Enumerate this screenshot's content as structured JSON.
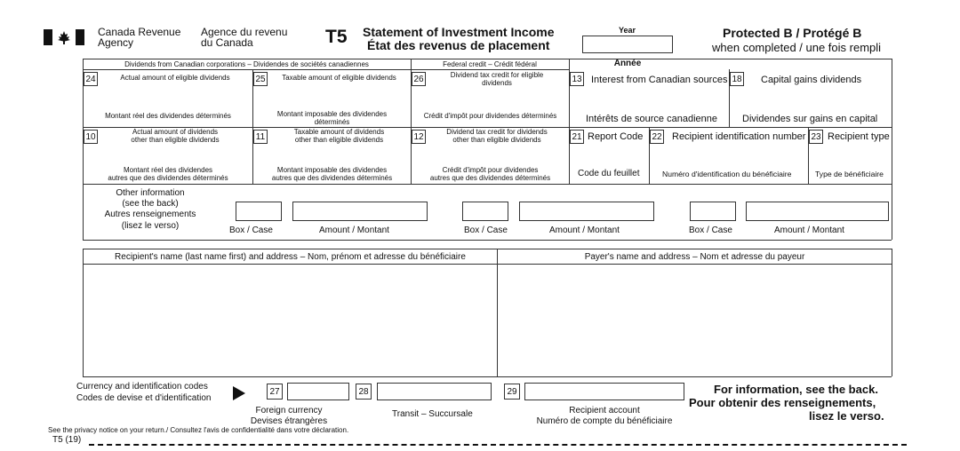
{
  "header": {
    "agency_en": "Canada Revenue Agency",
    "agency_en_line1": "Canada Revenue",
    "agency_en_line2": "Agency",
    "agency_fr_line1": "Agence du revenu",
    "agency_fr_line2": "du Canada",
    "form_code": "T5",
    "title_en": "Statement of Investment Income",
    "title_fr": "État des revenus de placement",
    "year_label": "Year",
    "year_label_fr": "Année",
    "year_value": "",
    "protected": "Protected B / Protégé B",
    "protected_sub": "when completed / une fois rempli"
  },
  "sections": {
    "dividends_header": "Dividends from Canadian corporations – Dividendes de sociétés canadiennes",
    "federal_credit_header": "Federal credit – Crédit fédéral"
  },
  "boxes": {
    "b24": {
      "num": "24",
      "en": "Actual amount of eligible dividends",
      "fr": "Montant réel des dividendes déterminés",
      "value": ""
    },
    "b25": {
      "num": "25",
      "en": "Taxable amount of eligible dividends",
      "fr1": "Montant imposable des dividendes",
      "fr2": "déterminés",
      "value": ""
    },
    "b26": {
      "num": "26",
      "en1": "Dividend tax credit for eligible",
      "en2": "dividends",
      "fr": "Crédit d'impôt pour dividendes déterminés",
      "value": ""
    },
    "b13": {
      "num": "13",
      "en": "Interest from Canadian sources",
      "fr": "Intérêts de source canadienne",
      "value": ""
    },
    "b18": {
      "num": "18",
      "en": "Capital gains dividends",
      "fr": "Dividendes sur gains en capital",
      "value": ""
    },
    "b10": {
      "num": "10",
      "en1": "Actual amount of dividends",
      "en2": "other than eligible dividends",
      "fr1": "Montant réel des dividendes",
      "fr2": "autres que des dividendes déterminés",
      "value": ""
    },
    "b11": {
      "num": "11",
      "en1": "Taxable amount of dividends",
      "en2": "other than eligible dividends",
      "fr1": "Montant imposable des dividendes",
      "fr2": "autres que des dividendes déterminés",
      "value": ""
    },
    "b12": {
      "num": "12",
      "en1": "Dividend tax credit for dividends",
      "en2": "other than eligible dividends",
      "fr1": "Crédit d'impôt pour dividendes",
      "fr2": "autres que des dividendes déterminés",
      "value": ""
    },
    "b21": {
      "num": "21",
      "en": "Report Code",
      "fr": "Code du feuillet",
      "value": ""
    },
    "b22": {
      "num": "22",
      "en": "Recipient identification number",
      "fr": "Numéro d'identification du bénéficiaire",
      "value": ""
    },
    "b23": {
      "num": "23",
      "en": "Recipient type",
      "fr": "Type de bénéficiaire",
      "value": ""
    }
  },
  "other_info": {
    "line1": "Other information",
    "line2": "(see the back)",
    "line3": "Autres renseignements",
    "line4": "(lisez le verso)",
    "box_label": "Box / Case",
    "amount_label": "Amount / Montant",
    "entries": [
      {
        "box": "",
        "amount": ""
      },
      {
        "box": "",
        "amount": ""
      },
      {
        "box": "",
        "amount": ""
      }
    ]
  },
  "addresses": {
    "recipient_label": "Recipient's name (last name first) and address – Nom, prénom et adresse du bénéficiaire",
    "payer_label": "Payer's name and address – Nom et adresse du payeur",
    "recipient_value": "",
    "payer_value": ""
  },
  "footer": {
    "currency_line1": "Currency and identification codes",
    "currency_line2": "Codes de devise et d'identification",
    "b27": "27",
    "b28": "28",
    "b29": "29",
    "foreign_en": "Foreign currency",
    "foreign_fr": "Devises étrangères",
    "transit": "Transit – Succursale",
    "account_en": "Recipient account",
    "account_fr": "Numéro de compte du bénéficiaire",
    "info_line1": "For information, see the back.",
    "info_line2": "Pour obtenir des renseignements,",
    "info_line3": "lisez le verso.",
    "privacy": "See the privacy notice on your return./ Consultez l'avis de confidentialité dans votre déclaration.",
    "form_version": "T5 (19)"
  }
}
